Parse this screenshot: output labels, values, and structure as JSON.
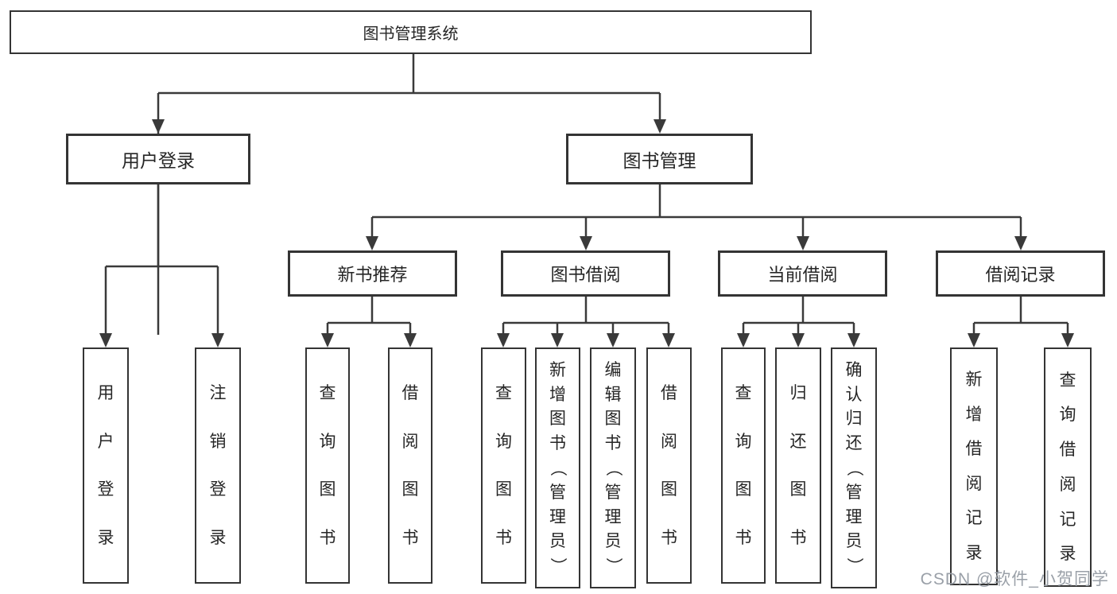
{
  "tree": {
    "label": "图书管理系统",
    "children": [
      {
        "label": "用户登录",
        "children": [
          {
            "label": "用户登录"
          },
          {
            "label": "注销登录"
          }
        ]
      },
      {
        "label": "图书管理",
        "children": [
          {
            "label": "新书推荐",
            "children": [
              {
                "label": "查询图书"
              },
              {
                "label": "借阅图书"
              }
            ]
          },
          {
            "label": "图书借阅",
            "children": [
              {
                "label": "查询图书"
              },
              {
                "label": "新增图书（管理员）"
              },
              {
                "label": "编辑图书（管理员）"
              },
              {
                "label": "借阅图书"
              }
            ]
          },
          {
            "label": "当前借阅",
            "children": [
              {
                "label": "查询图书"
              },
              {
                "label": "归还图书"
              },
              {
                "label": "确认归还（管理员）"
              }
            ]
          },
          {
            "label": "借阅记录",
            "children": [
              {
                "label": "新增借阅记录"
              },
              {
                "label": "查询借阅记录"
              }
            ]
          }
        ]
      }
    ]
  },
  "watermark": {
    "text": "CSDN @软件_小贺同学"
  },
  "colors": {
    "line": "#3a3a3a",
    "border": "#343434",
    "watermark": "#9aa0a8"
  }
}
